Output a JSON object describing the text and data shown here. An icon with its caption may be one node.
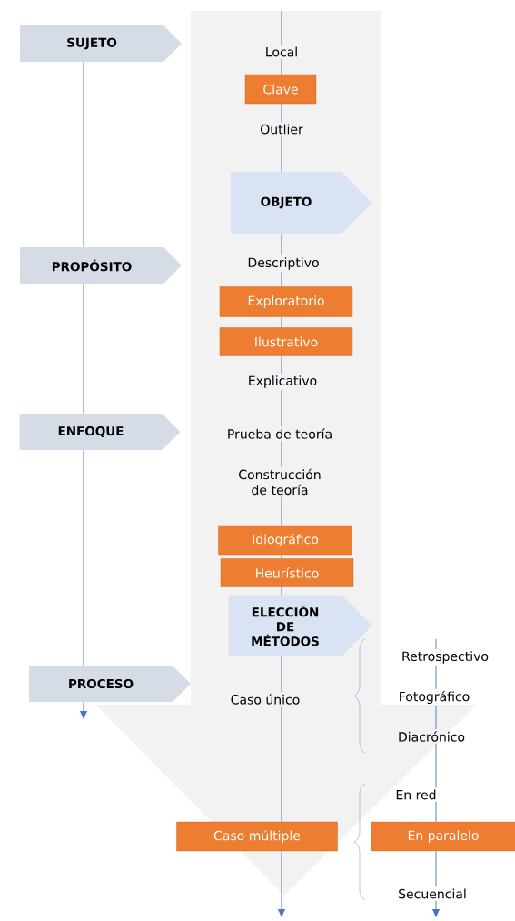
{
  "diagram": {
    "nodes": [
      {
        "text": [
          "SUJETO"
        ]
      },
      {
        "text": [
          "Local"
        ]
      },
      {
        "text": [
          "Clave"
        ]
      },
      {
        "text": [
          "Outlier"
        ]
      },
      {
        "text": [
          "OBJETO"
        ]
      },
      {
        "text": [
          "PROPÓSITO"
        ]
      },
      {
        "text": [
          "Descriptivo"
        ]
      },
      {
        "text": [
          "Exploratorio"
        ]
      },
      {
        "text": [
          "Ilustrativo"
        ]
      },
      {
        "text": [
          "Explicativo"
        ]
      },
      {
        "text": [
          "ENFOQUE"
        ]
      },
      {
        "text": [
          "Prueba de teoría"
        ]
      },
      {
        "text": [
          "Construcción de teoría"
        ]
      },
      {
        "text": [
          "Idiográfico"
        ]
      },
      {
        "text": [
          "Heurístico"
        ]
      },
      {
        "text": [
          "ELECCIÓN DE MÉTODOS"
        ]
      },
      {
        "text": [
          "PROCESO"
        ]
      },
      {
        "text": [
          "Caso único"
        ]
      },
      {
        "text": [
          "Retrospectivo"
        ]
      },
      {
        "text": [
          "Fotográfico"
        ]
      },
      {
        "text": [
          "Diacrónico"
        ]
      },
      {
        "text": [
          "En red"
        ]
      },
      {
        "text": [
          "Caso múltiple"
        ]
      },
      {
        "text": [
          "En paralelo"
        ]
      },
      {
        "text": [
          "Secuencial"
        ]
      }
    ],
    "edges": [
      {
        "from": 0,
        "to": 5,
        "arrow": "none"
      },
      {
        "from": 5,
        "to": 10,
        "arrow": "none"
      },
      {
        "from": 10,
        "to": 16,
        "arrow": "none"
      },
      {
        "from": 16,
        "to": null,
        "arrow": "to"
      },
      {
        "from": null,
        "to": 1,
        "arrow": "none"
      },
      {
        "from": 1,
        "to": 2,
        "arrow": "none"
      },
      {
        "from": 2,
        "to": 3,
        "arrow": "none"
      },
      {
        "from": 3,
        "to": 4,
        "arrow": "none"
      },
      {
        "from": 4,
        "to": 6,
        "arrow": "none"
      },
      {
        "from": 6,
        "to": 7,
        "arrow": "none"
      },
      {
        "from": 7,
        "to": 8,
        "arrow": "none"
      },
      {
        "from": 8,
        "to": 9,
        "arrow": "none"
      },
      {
        "from": 9,
        "to": 11,
        "arrow": "none"
      },
      {
        "from": 11,
        "to": 12,
        "arrow": "none"
      },
      {
        "from": 12,
        "to": 13,
        "arrow": "none"
      },
      {
        "from": 13,
        "to": 14,
        "arrow": "none"
      },
      {
        "from": 14,
        "to": 15,
        "arrow": "none"
      },
      {
        "from": 15,
        "to": 17,
        "arrow": "none"
      },
      {
        "from": 17,
        "to": 22,
        "arrow": "none"
      },
      {
        "from": 22,
        "to": null,
        "arrow": "to"
      },
      {
        "from": null,
        "to": 18,
        "arrow": "none"
      },
      {
        "from": 18,
        "to": 19,
        "arrow": "none"
      },
      {
        "from": 19,
        "to": 20,
        "arrow": "none"
      },
      {
        "from": 20,
        "to": 21,
        "arrow": "none"
      },
      {
        "from": 21,
        "to": 23,
        "arrow": "none"
      },
      {
        "from": 23,
        "to": 24,
        "arrow": "none"
      },
      {
        "from": 24,
        "to": null,
        "arrow": "to"
      }
    ]
  }
}
